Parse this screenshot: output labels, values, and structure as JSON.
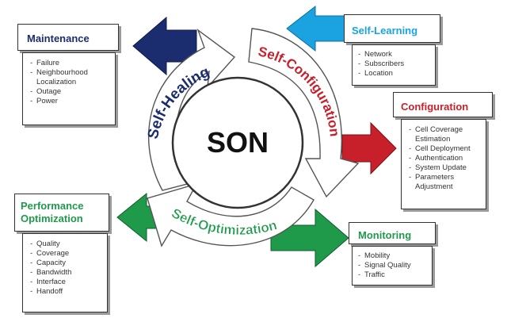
{
  "center": {
    "label": "SON"
  },
  "cycle": {
    "self_healing": "Self-Healing",
    "self_configuration": "Self-Configuration",
    "self_optimization": "Self-Optimization"
  },
  "colors": {
    "maintenance": "#1b2d6e",
    "self_learning": "#1aa3e0",
    "configuration": "#c8202a",
    "performance": "#1f9a4b",
    "monitoring": "#1f9a4b"
  },
  "boxes": {
    "maintenance": {
      "title": "Maintenance",
      "items": [
        "Failure",
        "Neighbourhood Localization",
        "Outage",
        "Power"
      ]
    },
    "self_learning": {
      "title": "Self-Learning",
      "items": [
        "Network",
        "Subscribers",
        "Location"
      ]
    },
    "configuration": {
      "title": "Configuration",
      "items": [
        "Cell Coverage Estimation",
        "Cell Deployment",
        "Authentication",
        "System Update",
        "Parameters Adjustment"
      ]
    },
    "performance": {
      "title": "Performance Optimization",
      "items": [
        "Quality",
        "Coverage",
        "Capacity",
        "Bandwidth",
        "Interface",
        "Handoff"
      ]
    },
    "monitoring": {
      "title": "Monitoring",
      "items": [
        "Mobility",
        "Signal Quality",
        "Traffic"
      ]
    }
  }
}
